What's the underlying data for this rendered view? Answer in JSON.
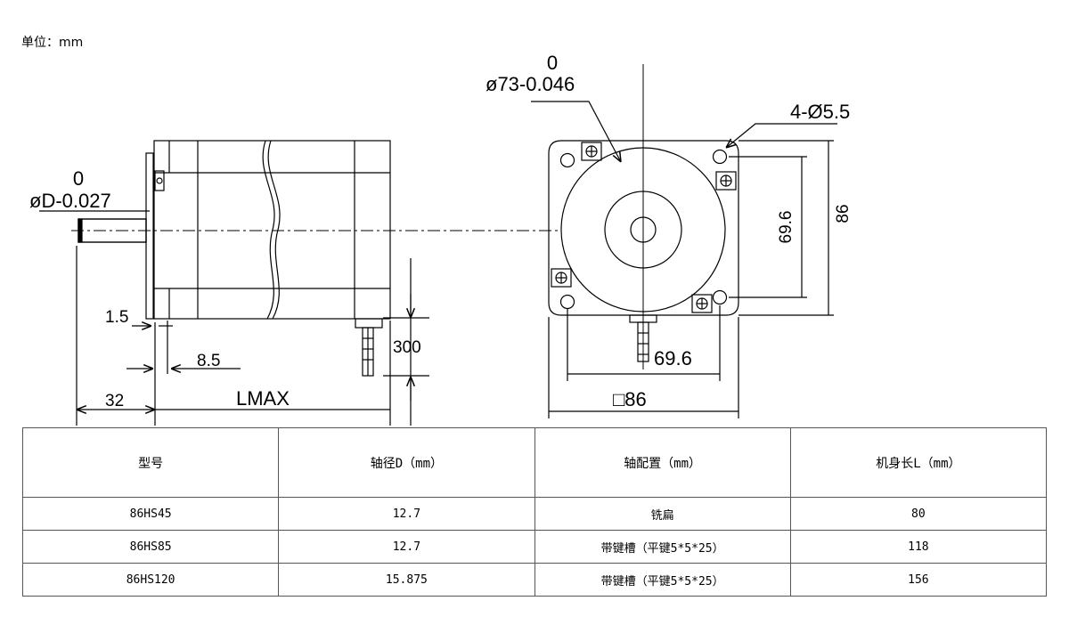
{
  "unit_label": "单位：mm",
  "drawing": {
    "shaft_tol_upper": "0",
    "shaft_tol_lower": "øD-0.027",
    "dim_flange": "1.5",
    "dim_boss": "8.5",
    "dim_shaft_len": "32",
    "dim_body_len": "LMAX",
    "dim_lead": "300",
    "pilot_tol_upper": "0",
    "pilot_tol_lower": "ø73-0.046",
    "holes_label": "4-Ø5.5",
    "bolt_v": "69.6",
    "size_v": "86",
    "bolt_h": "69.6",
    "size_h": "□86"
  },
  "table": {
    "headers": [
      "型号",
      "轴径D（mm）",
      "轴配置（mm）",
      "机身长L（mm）"
    ],
    "rows": [
      [
        "86HS45",
        "12.7",
        "铣扁",
        "80"
      ],
      [
        "86HS85",
        "12.7",
        "带键槽（平键5*5*25）",
        "118"
      ],
      [
        "86HS120",
        "15.875",
        "带键槽（平键5*5*25）",
        "156"
      ]
    ]
  }
}
